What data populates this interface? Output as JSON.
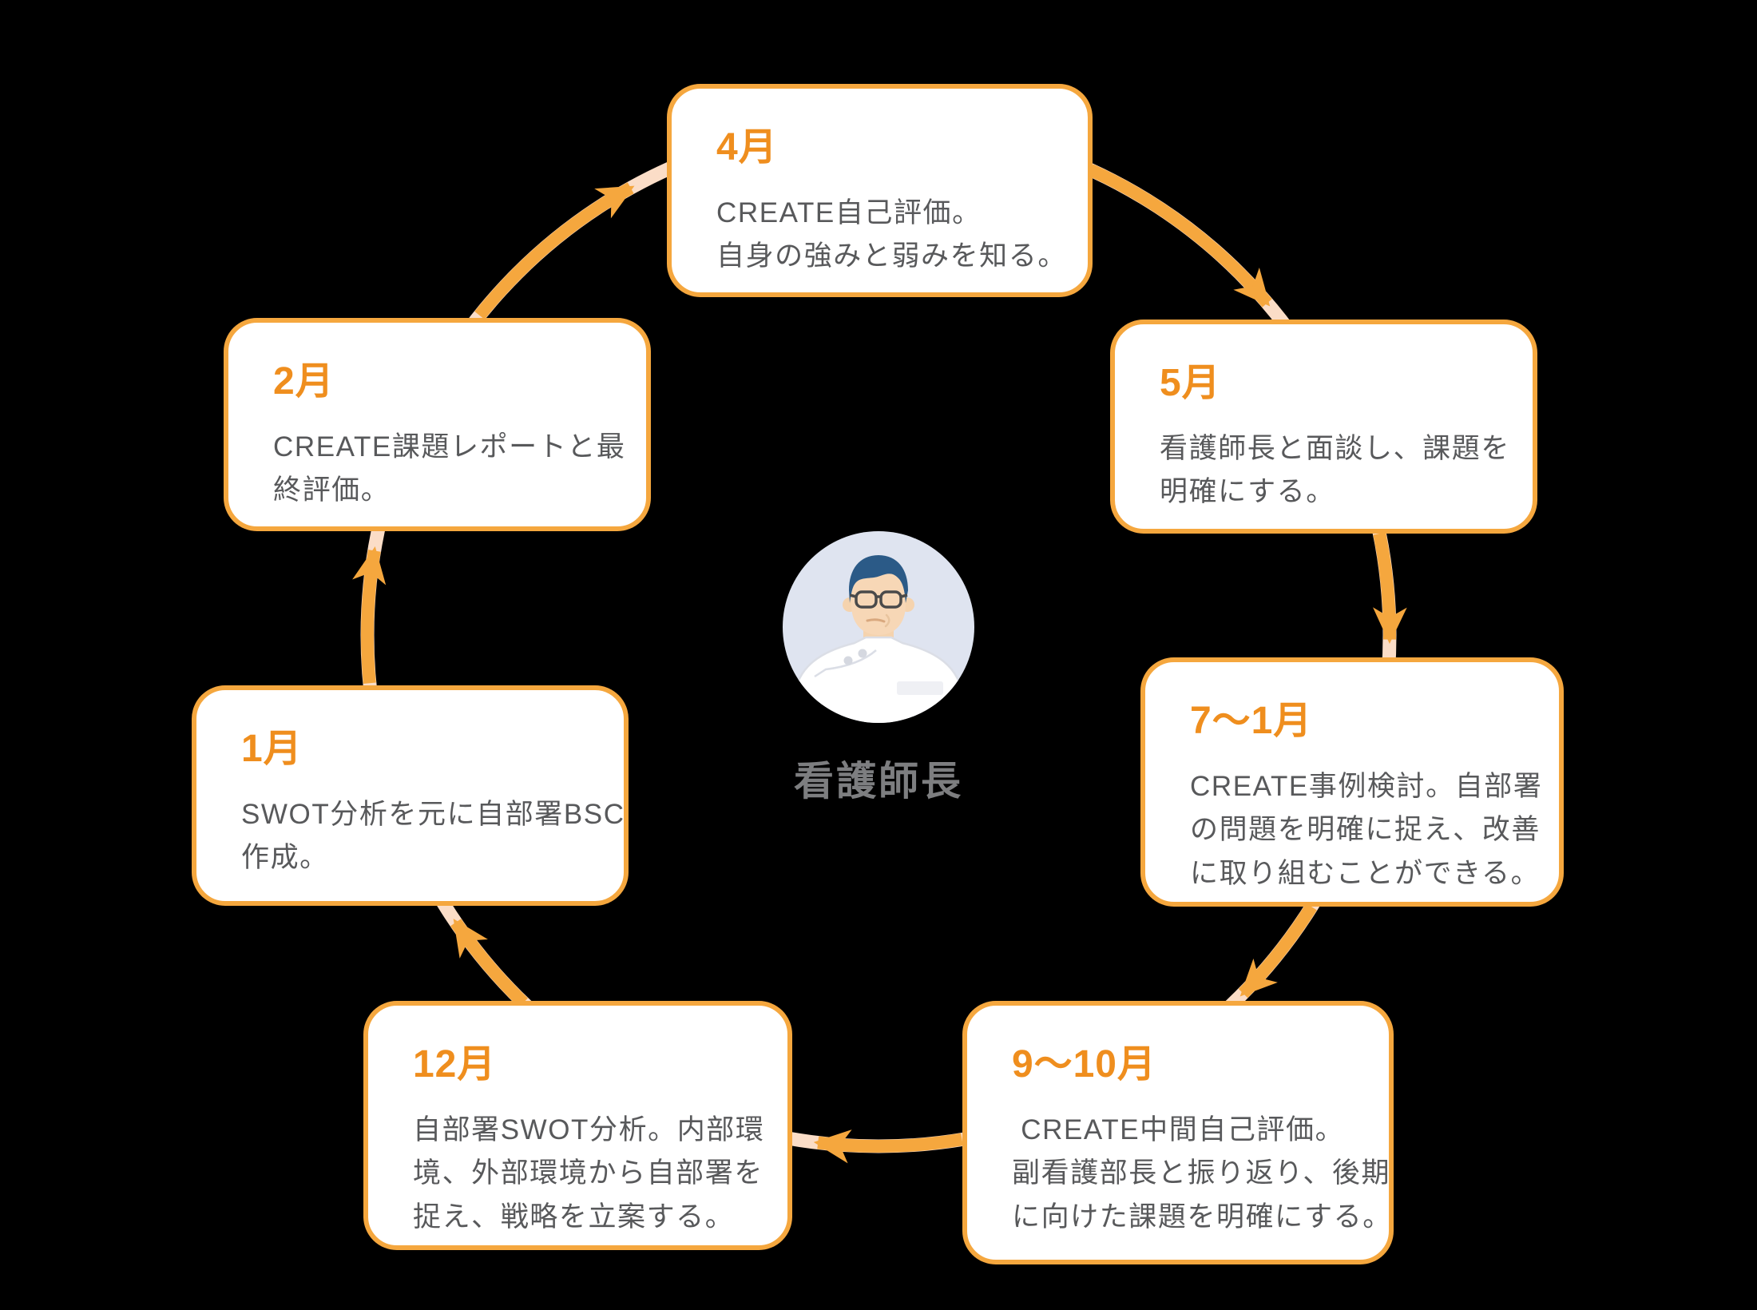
{
  "diagram": {
    "title_hint": "annual-cycle-diagram",
    "center": {
      "label": "看護師長",
      "avatar": "nurse-manager"
    },
    "colors": {
      "background": "#000000",
      "card_border_orange": "#F5A73E",
      "month_heading_orange": "#EF8E1E",
      "arrow_orange": "#F5A73E",
      "ring_peach": "#FBDDC7",
      "body_text_grey": "#58595B",
      "center_label_grey": "#7D7E80",
      "avatar_background": "#DFE4F0"
    },
    "steps": [
      {
        "month": "4月",
        "description": "CREATE自己評価。\n自身の強みと弱みを知る。"
      },
      {
        "month": "5月",
        "description": "看護師長と面談し、課題を\n明確にする。"
      },
      {
        "month": "7〜1月",
        "description": "CREATE事例検討。自部署\nの問題を明確に捉え、改善\nに取り組むことができる。"
      },
      {
        "month": "9〜10月",
        "description": " CREATE中間自己評価。\n副看護部長と振り返り、後期\nに向けた課題を明確にする。"
      },
      {
        "month": "12月",
        "description": "自部署SWOT分析。内部環\n境、外部環境から自部署を\n捉え、戦略を立案する。"
      },
      {
        "month": "1月",
        "description": "SWOT分析を元に自部署BSC\n作成。"
      },
      {
        "month": "2月",
        "description": "CREATE課題レポートと最\n終評価。"
      }
    ]
  }
}
